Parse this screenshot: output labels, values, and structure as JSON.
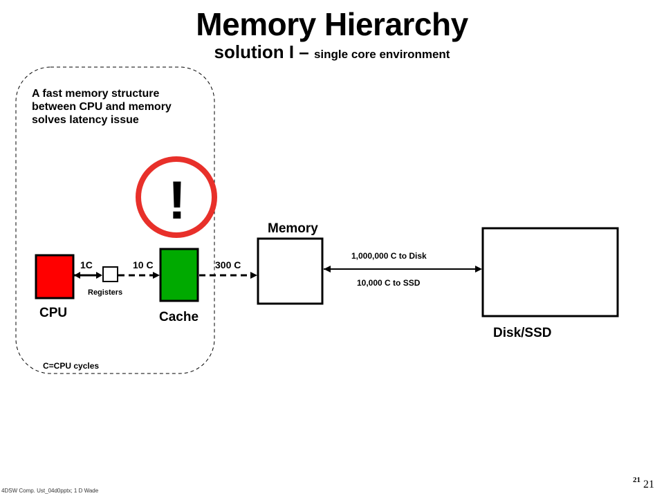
{
  "title": "Memory Hierarchy",
  "subtitle": {
    "main": "solution I – ",
    "small": "single core environment"
  },
  "note": "A fast memory structure\nbetween CPU and memory\nsolves latency issue",
  "labels": {
    "exclamation": "!",
    "memory": "Memory",
    "cpu": "CPU",
    "cache": "Cache",
    "disk": "Disk/SSD",
    "registers": "Registers",
    "cpu_reg_latency": "1C",
    "cache_latency": "10 C",
    "memory_latency": "300 C",
    "disk_latency": "1,000,000 C to Disk",
    "ssd_latency": "10,000 C to SSD",
    "cycles_note": "C=CPU cycles"
  },
  "colors": {
    "cpu": "#ff0000",
    "cache": "#00aa00",
    "highlight_circle": "#e8302a"
  },
  "footer": {
    "left": "4DSW Comp. Ust_04d0pptx; 1 D Wade",
    "page_small": "21",
    "page": "21"
  }
}
